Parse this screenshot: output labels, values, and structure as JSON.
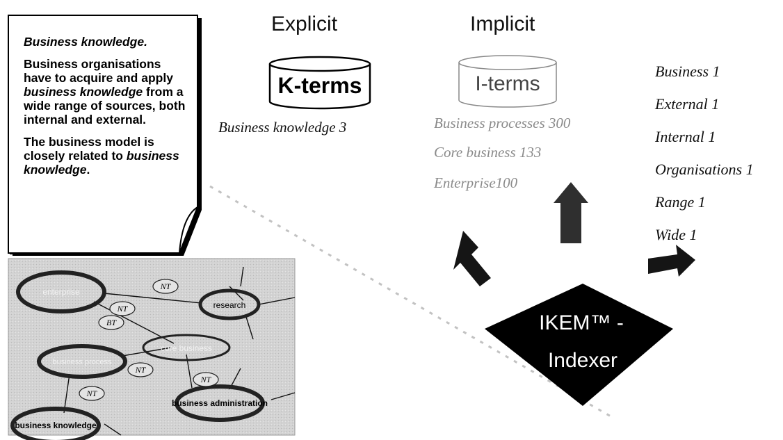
{
  "headings": {
    "explicit": "Explicit",
    "implicit": "Implicit"
  },
  "document": {
    "title": "Business knowledge.",
    "p1_a": "Business organisations have to acquire and apply ",
    "p1_em": "business knowledge",
    "p1_b": " from a wide range of sources, both internal and external.",
    "p2_a": "The business model is closely related to ",
    "p2_em": "business knowledge",
    "p2_b": "."
  },
  "k_terms": {
    "label": "K-terms",
    "items": [
      "Business knowledge 3"
    ]
  },
  "i_terms": {
    "label": "I-terms",
    "items": [
      "Business processes 300",
      "Core business 133",
      "Enterprise100"
    ]
  },
  "word_list": [
    "Business 1",
    "External 1",
    "Internal 1",
    "Organisations 1",
    "Range 1",
    "Wide 1"
  ],
  "indexer": {
    "line1": "IKEM™ -",
    "line2": "Indexer"
  },
  "network": {
    "nodes": [
      "enterprise",
      "research",
      "core business",
      "business process",
      "business administration",
      "business knowledge"
    ],
    "relations": [
      "NT",
      "NT",
      "BT",
      "NT",
      "NT",
      "NT"
    ]
  },
  "colors": {
    "dark_arrow": "#1a1a1a",
    "faded_text": "#8a8a8a",
    "network_bg": "#cfcfcf",
    "node_ring": "#222222"
  }
}
